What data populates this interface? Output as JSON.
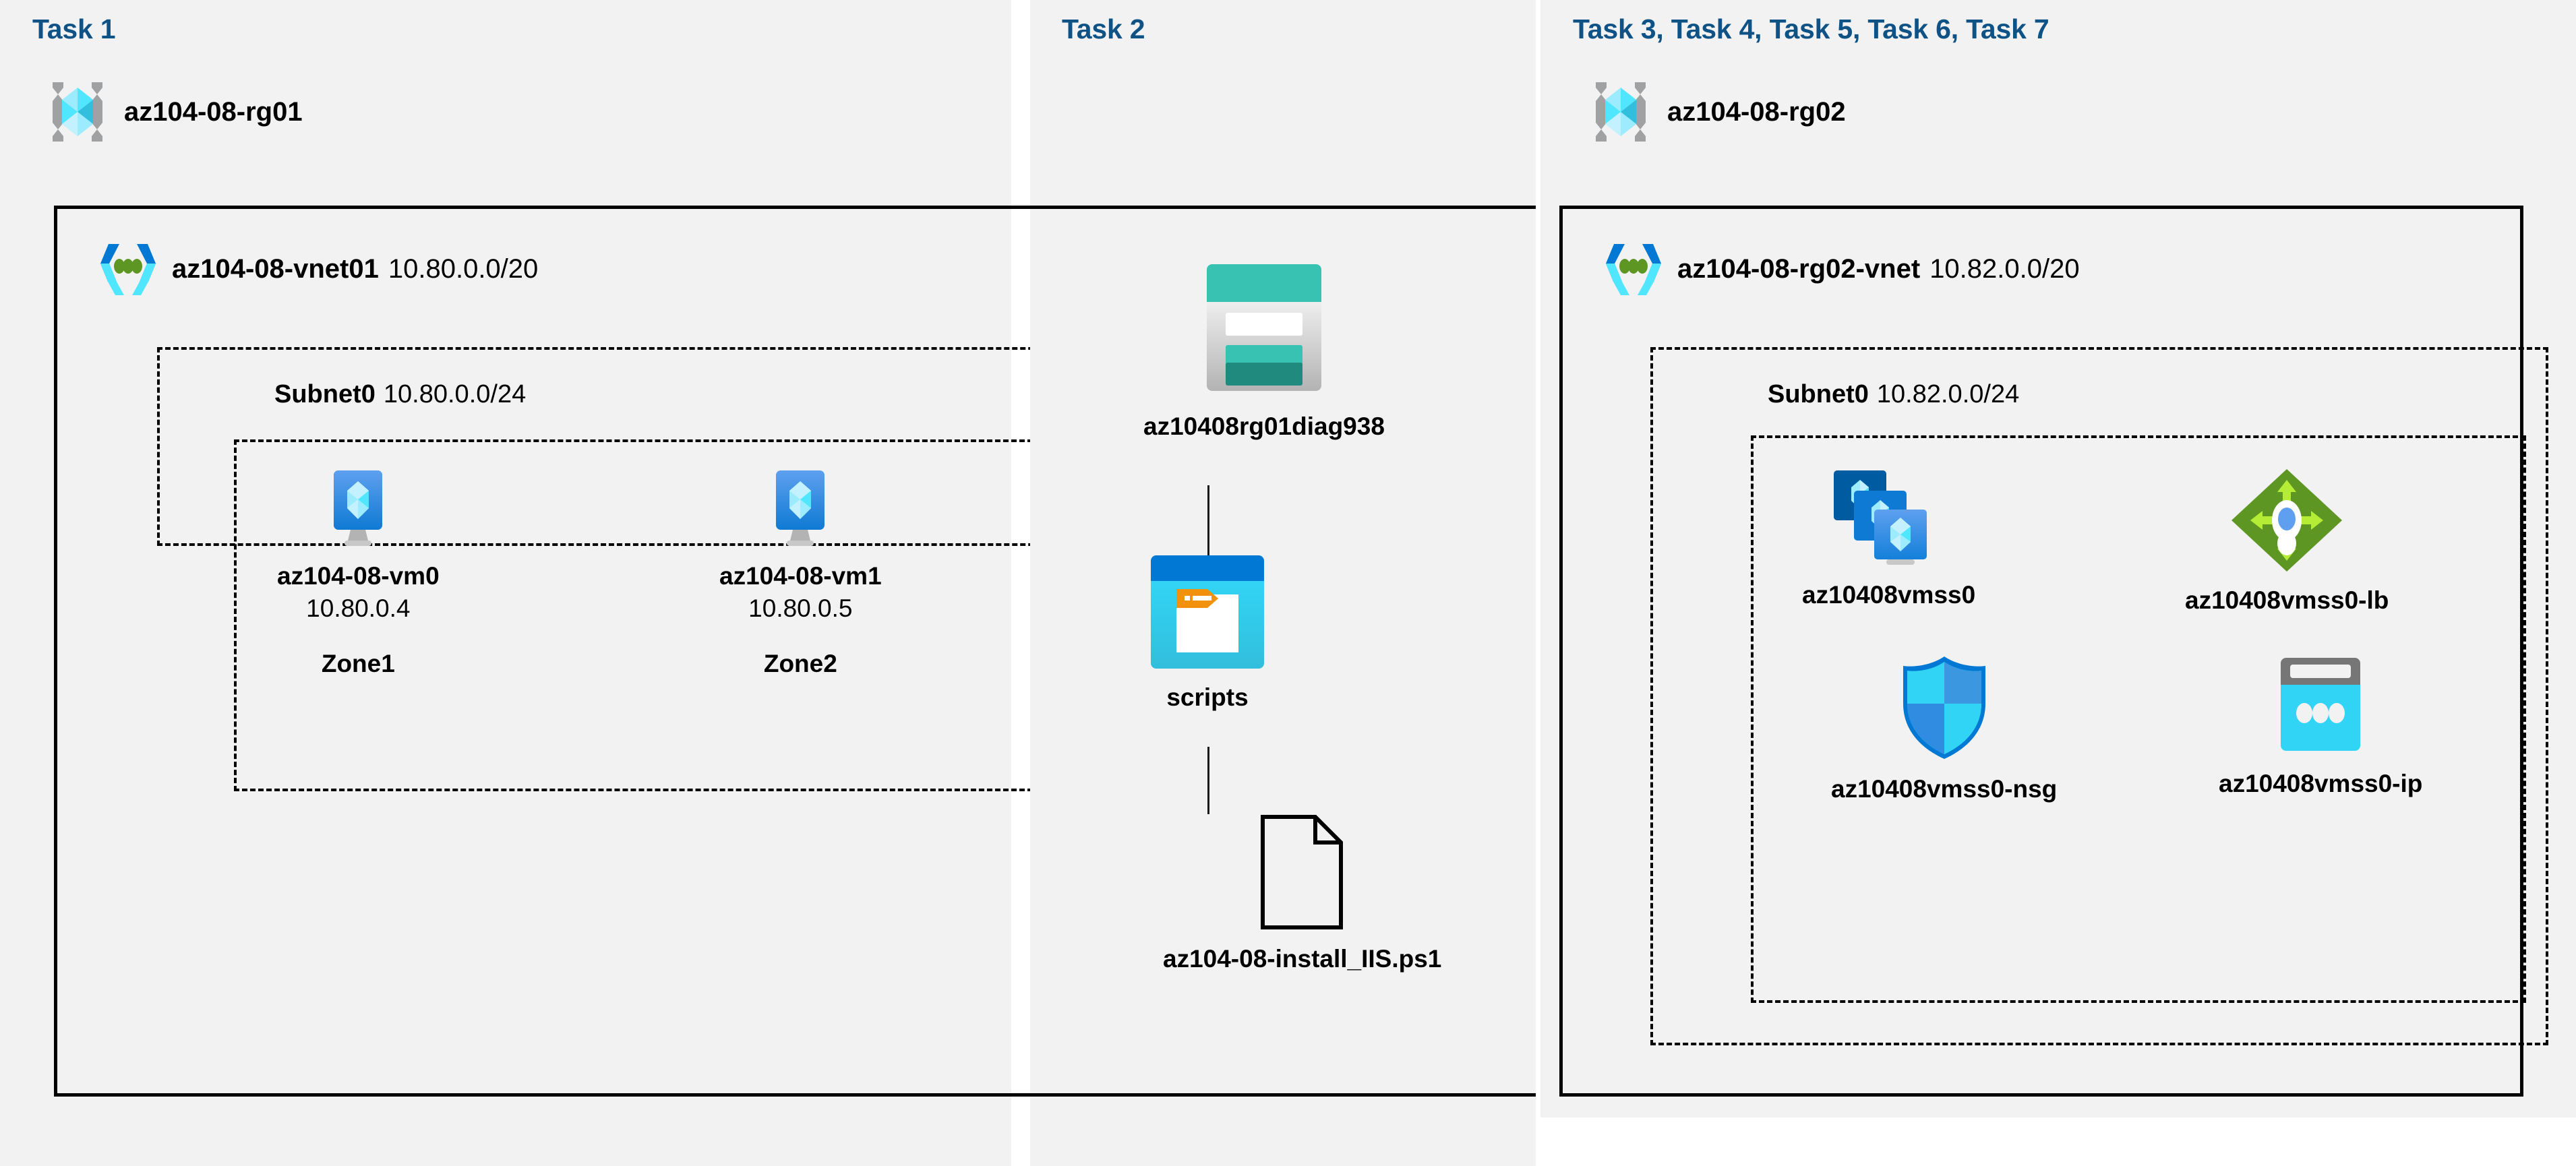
{
  "panels": [
    {
      "id": "task1",
      "title": "Task 1",
      "resource_group": {
        "name": "az104-08-rg01",
        "icon": "resource-group-icon"
      },
      "vnet": {
        "name": "az104-08-vnet01",
        "cidr": "10.80.0.0/20",
        "icon": "virtual-network-icon"
      },
      "subnet": {
        "name": "Subnet0",
        "cidr": "10.80.0.0/24"
      },
      "nodes": [
        {
          "icon": "virtual-machine-icon",
          "label": "az104-08-vm0",
          "ip": "10.80.0.4",
          "zone": "Zone1"
        },
        {
          "icon": "virtual-machine-icon",
          "label": "az104-08-vm1",
          "ip": "10.80.0.5",
          "zone": "Zone2"
        }
      ]
    },
    {
      "id": "task2",
      "title": "Task 2",
      "nodes": [
        {
          "icon": "storage-account-icon",
          "label": "az10408rg01diag938"
        },
        {
          "icon": "blob-container-icon",
          "label": "scripts"
        },
        {
          "icon": "script-file-icon",
          "label": "az104-08-install_IIS.ps1"
        }
      ]
    },
    {
      "id": "task3",
      "title": "Task 3, Task 4, Task 5, Task 6, Task 7",
      "resource_group": {
        "name": "az104-08-rg02",
        "icon": "resource-group-icon"
      },
      "vnet": {
        "name": "az104-08-rg02-vnet",
        "cidr": "10.82.0.0/20",
        "icon": "virtual-network-icon"
      },
      "subnet": {
        "name": "Subnet0",
        "cidr": "10.82.0.0/24"
      },
      "nodes": [
        {
          "icon": "vm-scale-set-icon",
          "label": "az10408vmss0"
        },
        {
          "icon": "load-balancer-icon",
          "label": "az10408vmss0-lb"
        },
        {
          "icon": "network-security-group-icon",
          "label": "az10408vmss0-nsg"
        },
        {
          "icon": "public-ip-address-icon",
          "label": "az10408vmss0-ip"
        }
      ]
    }
  ],
  "colors": {
    "title": "#0f5285",
    "panel_background": "#f2f2f2",
    "page_background": "#ffffff",
    "border": "#000000",
    "azure_blue": "#0078d4",
    "azure_cyan": "#50e6ff",
    "storage_teal": "#37c2b1",
    "storage_teal_dark": "#1f8a7d",
    "load_balancer_green": "#5e9624",
    "load_balancer_green_light": "#b4ec36",
    "gray": "#a0a1a2"
  }
}
